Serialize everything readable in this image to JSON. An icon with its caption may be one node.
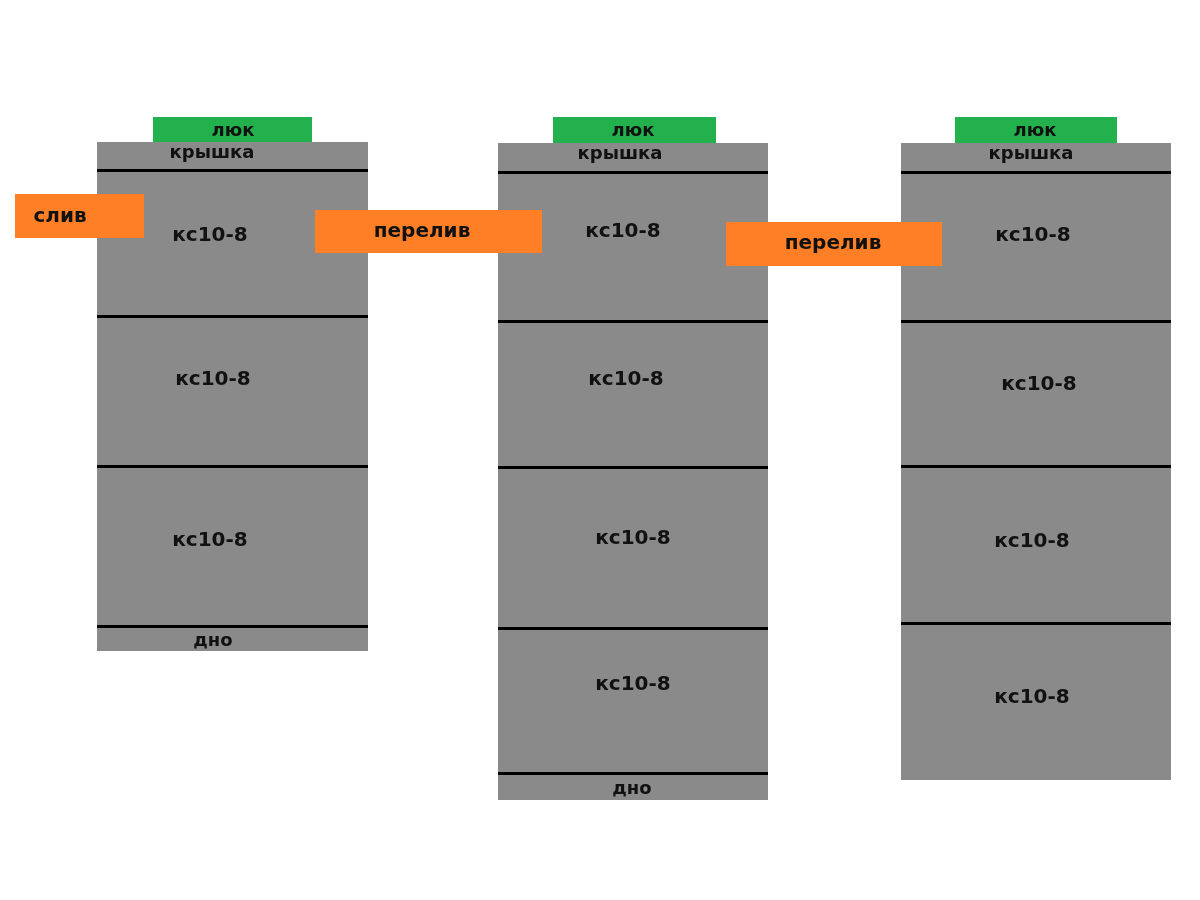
{
  "diagram": {
    "nodes": [
      {
        "text": [
          "люк"
        ]
      },
      {
        "text": [
          "крышка"
        ]
      },
      {
        "text": [
          "слив"
        ]
      },
      {
        "text": [
          "кс10-8"
        ]
      },
      {
        "text": [
          "кс10-8"
        ]
      },
      {
        "text": [
          "кс10-8"
        ]
      },
      {
        "text": [
          "дно"
        ]
      },
      {
        "text": [
          "перелив"
        ]
      },
      {
        "text": [
          "люк"
        ]
      },
      {
        "text": [
          "крышка"
        ]
      },
      {
        "text": [
          "кс10-8"
        ]
      },
      {
        "text": [
          "кс10-8"
        ]
      },
      {
        "text": [
          "кс10-8"
        ]
      },
      {
        "text": [
          "кс10-8"
        ]
      },
      {
        "text": [
          "дно"
        ]
      },
      {
        "text": [
          "перелив"
        ]
      },
      {
        "text": [
          "люк"
        ]
      },
      {
        "text": [
          "крышка"
        ]
      },
      {
        "text": [
          "кс10-8"
        ]
      },
      {
        "text": [
          "кс10-8"
        ]
      },
      {
        "text": [
          "кс10-8"
        ]
      },
      {
        "text": [
          "кс10-8"
        ]
      }
    ],
    "edges": []
  }
}
